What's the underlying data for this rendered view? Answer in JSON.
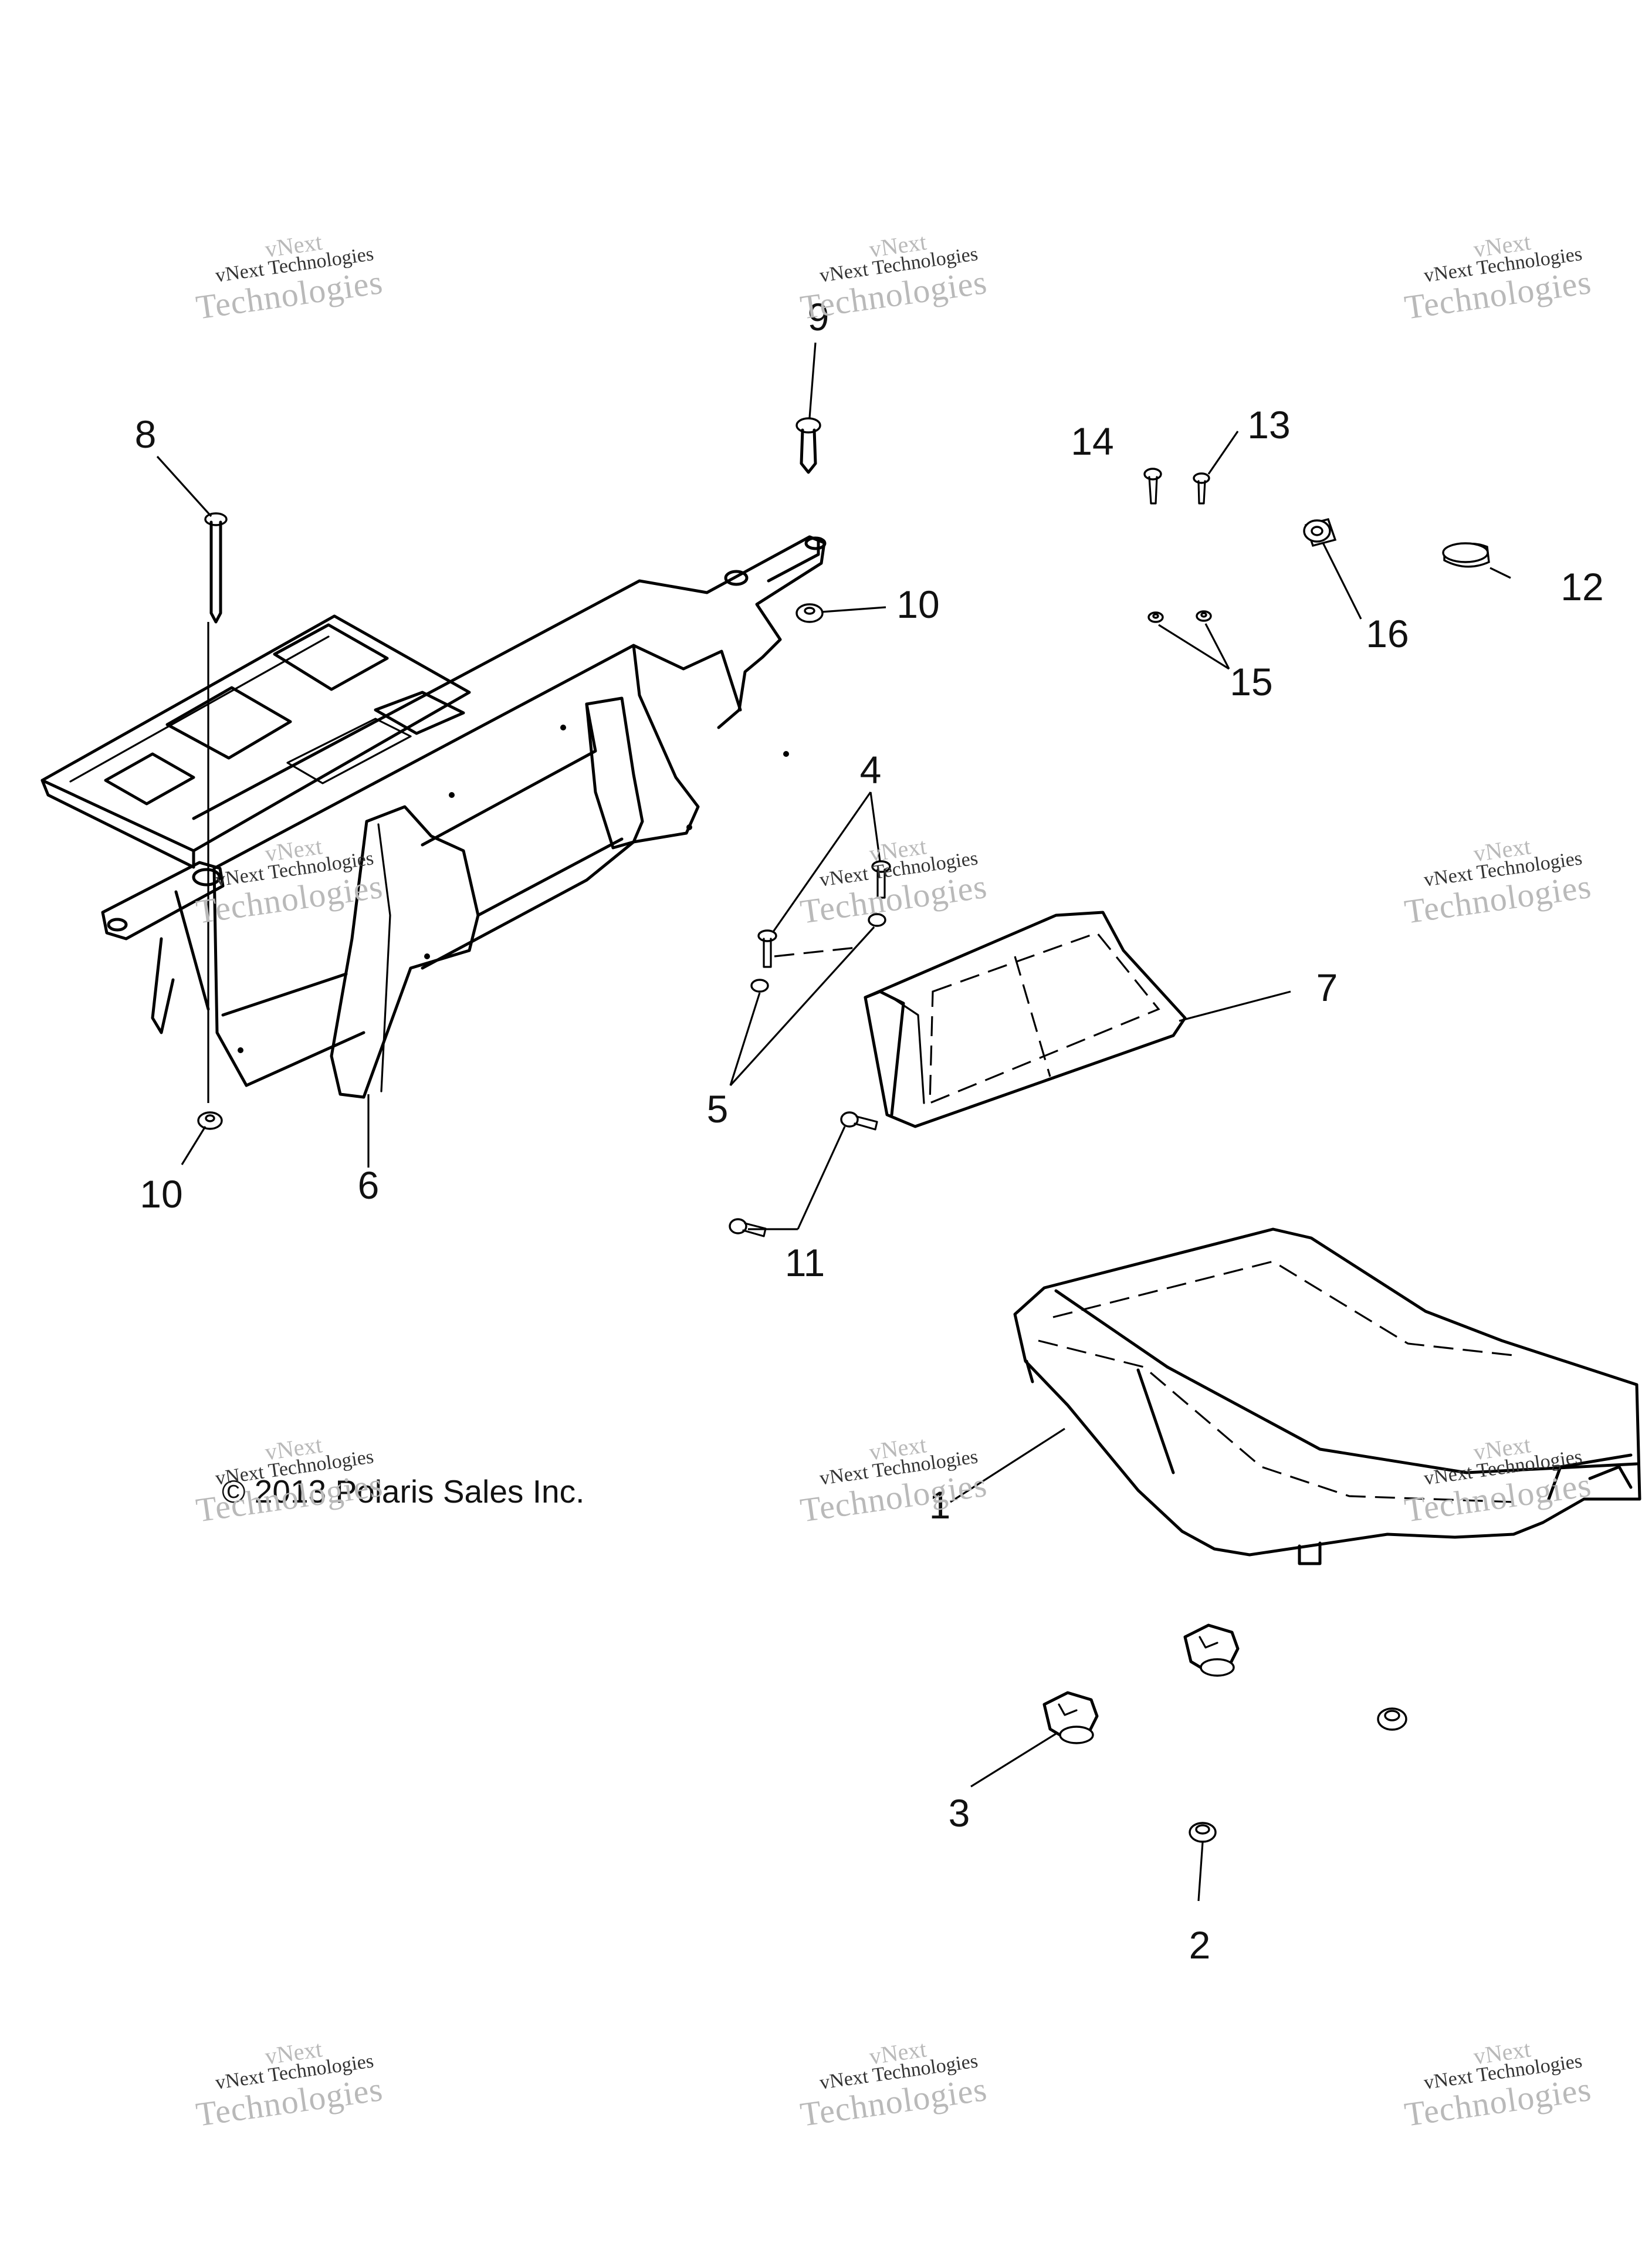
{
  "copyright": "© 2013 Polaris Sales Inc.",
  "watermark": {
    "line1": "vNext",
    "line2": "vNext Technologies",
    "line3": "Technologies"
  },
  "callouts": {
    "c1": "1",
    "c2": "2",
    "c3": "3",
    "c4": "4",
    "c5": "5",
    "c6": "6",
    "c7": "7",
    "c8": "8",
    "c9": "9",
    "c10a": "10",
    "c10b": "10",
    "c11": "11",
    "c12": "12",
    "c13": "13",
    "c14": "14",
    "c15": "15",
    "c16": "16"
  }
}
